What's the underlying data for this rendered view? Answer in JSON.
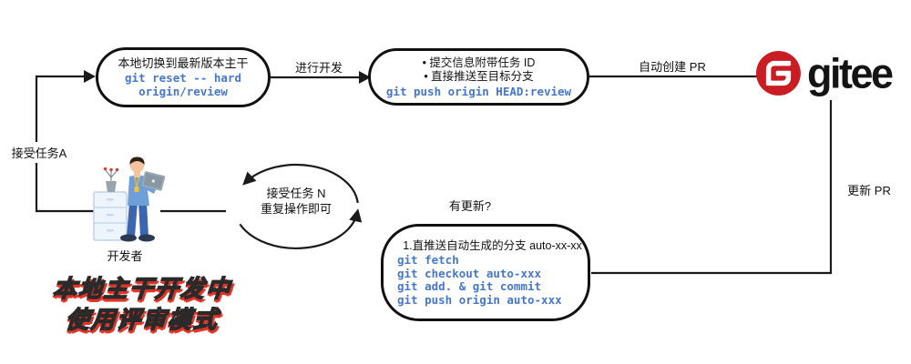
{
  "diagram_title": "Gitee review-mode git workflow",
  "nodes": {
    "step1": {
      "title": "本地切换到最新版本主干",
      "code": [
        "git reset -- hard",
        "origin/review"
      ]
    },
    "step2": {
      "bullets": [
        "• 提交信息附带任务 ID",
        "• 直接推送至目标分支"
      ],
      "code": "git push origin HEAD:review"
    },
    "update_box": {
      "title": "1.直推送自动生成的分支 auto-xx-xx",
      "code": [
        "git fetch",
        "git checkout auto-xxx",
        "git add. & git commit",
        "git push origin auto-xxx"
      ]
    },
    "loop": {
      "lines": [
        "接受任务 N",
        "重复操作即可"
      ]
    }
  },
  "labels": {
    "develop": "进行开发",
    "auto_create_pr": "自动创建 PR",
    "accept_task": "接受任务A",
    "update_pr": "更新 PR",
    "has_update": "有更新?",
    "developer": "开发者"
  },
  "gitee": {
    "wordmark": "gitee"
  },
  "caption": {
    "line1": "本地主干开发中",
    "line2": "使用评审模式"
  },
  "colors": {
    "code_blue": "#4677c8",
    "gitee_red": "#c71d23",
    "line_black": "#1a1a1a",
    "caption_red": "#e23527",
    "caption_white": "#ffffff"
  }
}
